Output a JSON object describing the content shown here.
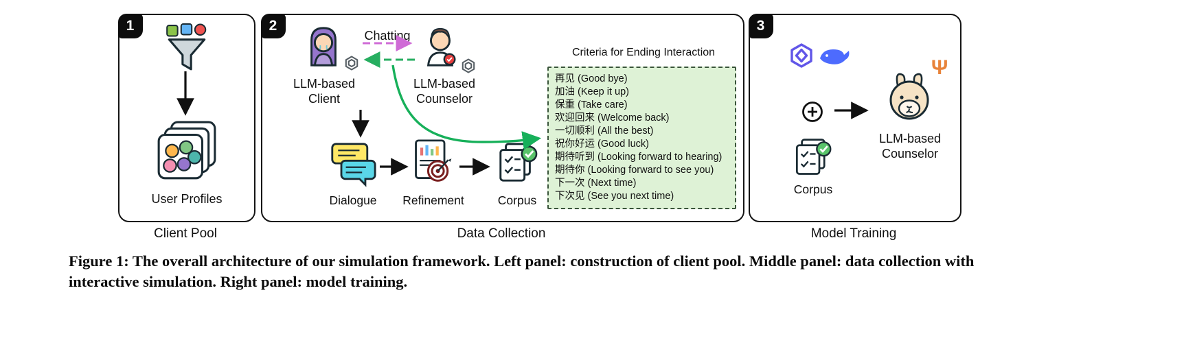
{
  "figure": {
    "caption": "Figure 1: The overall architecture of our simulation framework. Left panel: construction of client pool. Middle panel: data collection with interactive simulation. Right panel: model training."
  },
  "panels": {
    "client_pool": {
      "badge": "1",
      "user_profiles_label": "User Profiles",
      "caption": "Client Pool"
    },
    "data_collection": {
      "badge": "2",
      "chatting_label": "Chatting",
      "client_label": "LLM-based Client",
      "counselor_label": "LLM-based Counselor",
      "dialogue_label": "Dialogue",
      "refinement_label": "Refinement",
      "corpus_label": "Corpus",
      "criteria_title": "Criteria for Ending Interaction",
      "criteria_items": [
        "再见 (Good bye)",
        "加油 (Keep it up)",
        "保重 (Take care)",
        "欢迎回来 (Welcome back)",
        "一切顺利 (All the best)",
        "祝你好运 (Good luck)",
        "期待听到 (Looking forward to hearing)",
        "期待你 (Looking forward to see you)",
        "下一次 (Next time)",
        "下次见 (See you next time)"
      ],
      "caption": "Data Collection"
    },
    "model_training": {
      "badge": "3",
      "psi_symbol": "Ψ",
      "counselor_label": "LLM-based Counselor",
      "corpus_label": "Corpus",
      "caption": "Model Training"
    }
  },
  "colors": {
    "criteria_box_bg": "#def2d6",
    "criteria_box_border": "#39543a",
    "ending_arrow_green": "#17b05a",
    "chat_arrow_pink": "#cf6bd6",
    "chat_arrow_green": "#27ae60",
    "psi_orange": "#e8833a"
  },
  "icons": {
    "client_pool": [
      "profile-filter-funnel-icon",
      "user-profiles-icon"
    ],
    "data_collection": [
      "client-avatar-icon",
      "openai-logo-icon",
      "counselor-avatar-icon",
      "dialogue-icon",
      "refinement-icon",
      "corpus-icon"
    ],
    "model_training": [
      "qwen-logo-icon",
      "deepseek-whale-icon",
      "circle-plus-icon",
      "llama-icon",
      "corpus-icon"
    ]
  }
}
